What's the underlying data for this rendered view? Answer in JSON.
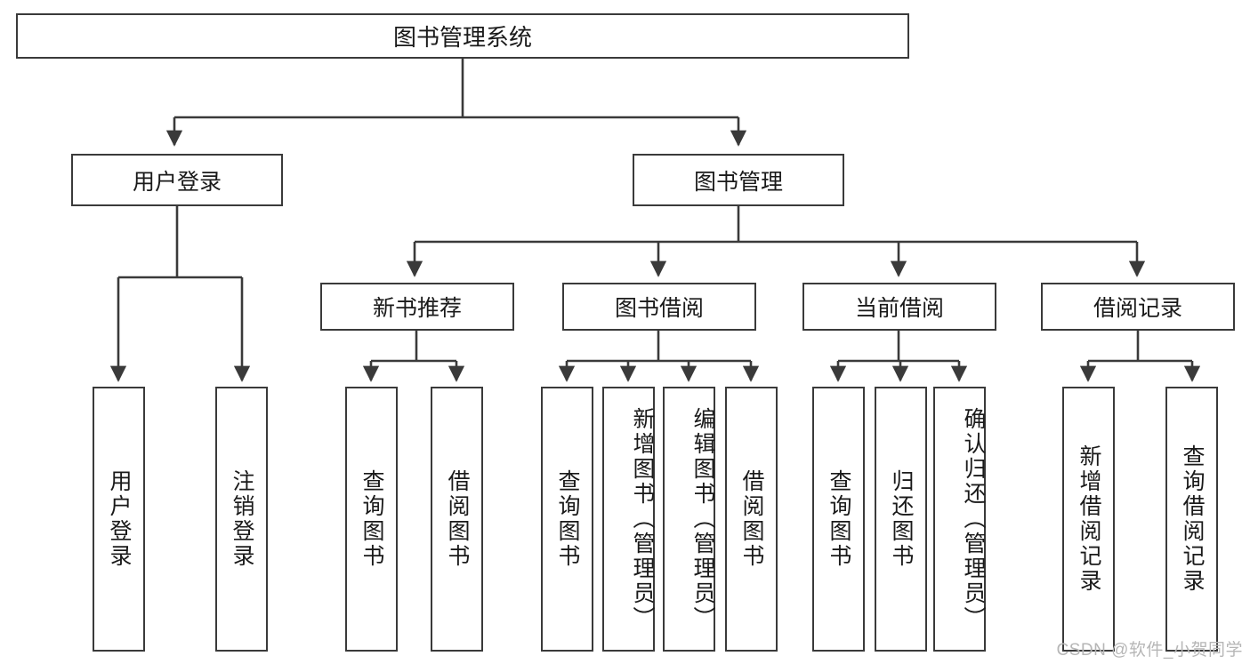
{
  "diagram": {
    "type": "tree",
    "title": "图书管理系统",
    "root": {
      "label": "图书管理系统"
    },
    "level2": [
      {
        "label": "用户登录"
      },
      {
        "label": "图书管理"
      }
    ],
    "level3": [
      {
        "label": "新书推荐"
      },
      {
        "label": "图书借阅"
      },
      {
        "label": "当前借阅"
      },
      {
        "label": "借阅记录"
      }
    ],
    "leaves": {
      "user_login": [
        {
          "label": "用户登录"
        },
        {
          "label": "注销登录"
        }
      ],
      "new_book_recommend": [
        {
          "label": "查询图书"
        },
        {
          "label": "借阅图书"
        }
      ],
      "book_borrow": [
        {
          "label": "查询图书"
        },
        {
          "label": "新增图书（管理员）"
        },
        {
          "label": "编辑图书（管理员）"
        },
        {
          "label": "借阅图书"
        }
      ],
      "current_borrow": [
        {
          "label": "查询图书"
        },
        {
          "label": "归还图书"
        },
        {
          "label": "确认归还（管理员）"
        }
      ],
      "borrow_records": [
        {
          "label": "新增借阅记录"
        },
        {
          "label": "查询借阅记录"
        }
      ]
    }
  },
  "watermark": {
    "text": "CSDN @软件_小贺同学"
  },
  "colors": {
    "stroke": "#3a3a3a",
    "background": "#ffffff",
    "text": "#1a1a1a",
    "watermark": "#b6b6b6"
  }
}
